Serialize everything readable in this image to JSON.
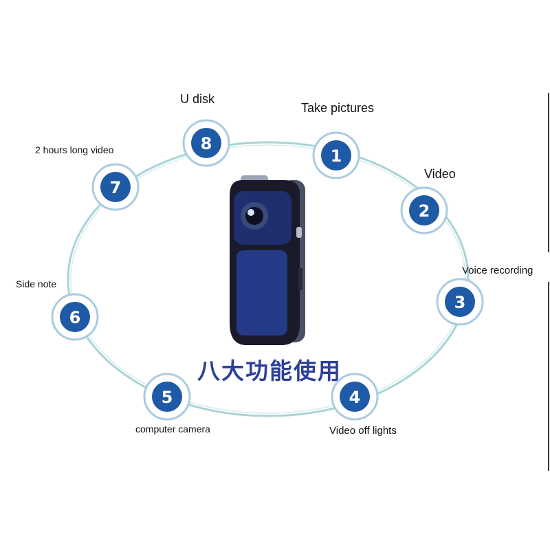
{
  "title": "八大功能使用",
  "colors": {
    "ring": "#a9d3d6",
    "node_fill": "#1f5aa6",
    "node_halo": "#a9cbe0",
    "title": "#2c3f9a",
    "camera_body": "#1a1a2a",
    "camera_panel": "#243a86"
  },
  "features": [
    {
      "number": "1",
      "label": "Take pictures"
    },
    {
      "number": "2",
      "label": "Video"
    },
    {
      "number": "3",
      "label": "Voice recording"
    },
    {
      "number": "4",
      "label": "Video off lights"
    },
    {
      "number": "5",
      "label": "computer camera"
    },
    {
      "number": "6",
      "label": "Side note"
    },
    {
      "number": "7",
      "label": "2 hours long video"
    },
    {
      "number": "8",
      "label": "U disk"
    }
  ]
}
